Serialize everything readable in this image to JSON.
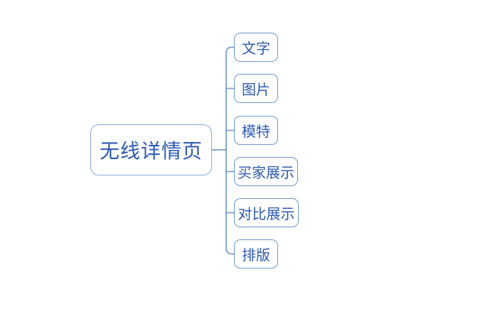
{
  "diagram": {
    "type": "mindmap",
    "title": "无线详情页 mindmap",
    "root": {
      "label": "无线详情页"
    },
    "children": [
      {
        "label": "文字"
      },
      {
        "label": "图片"
      },
      {
        "label": "模特"
      },
      {
        "label": "买家展示"
      },
      {
        "label": "对比展示"
      },
      {
        "label": "排版"
      }
    ]
  },
  "colors": {
    "line": "#7aa1d3",
    "child_border": "#6b97cf",
    "root_border": "#87abd9",
    "text": "#2d5bb4",
    "background": "#ffffff"
  }
}
